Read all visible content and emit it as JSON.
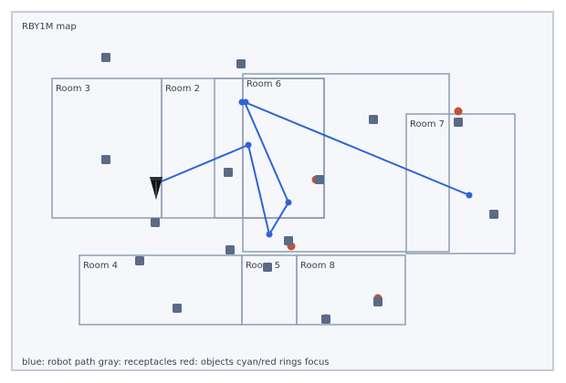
{
  "map": {
    "title": "RBY1M map",
    "legend": "blue: robot path gray: receptacles red: objects cyan/red rings focus",
    "colors": {
      "background": "#f5f7fa",
      "frame": "#c5ccd6",
      "room_outline": "#8f9db3",
      "path": "#2f64d6",
      "receptacle": "#5a6b85",
      "object": "#c0523a",
      "robot": "#111111",
      "text": "#3b4352"
    },
    "rooms": [
      {
        "label": "Room 3"
      },
      {
        "label": "Room 2"
      },
      {
        "label": "Room 6"
      },
      {
        "label": "Room 7"
      },
      {
        "label": "Room 4"
      },
      {
        "label": "Room 5"
      },
      {
        "label": "Room 8"
      }
    ],
    "robot": {
      "icon": "robot-arrow-icon"
    }
  }
}
